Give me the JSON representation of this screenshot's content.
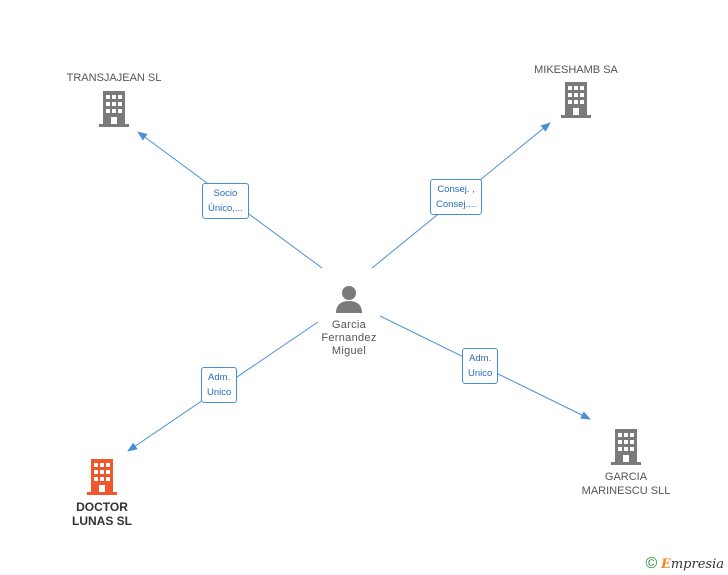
{
  "nodes": {
    "transjajean": {
      "label": "TRANSJAJEAN SL"
    },
    "mikeshamb": {
      "label": "MIKESHAMB SA"
    },
    "person": {
      "label_lines": [
        "Garcia",
        "Fernandez",
        "Miguel"
      ]
    },
    "doctor_lunas": {
      "label_lines": [
        "DOCTOR",
        "LUNAS SL"
      ]
    },
    "garcia_marinescu": {
      "label_lines": [
        "GARCIA",
        "MARINESCU SLL"
      ]
    }
  },
  "edges": {
    "to_transjajean": [
      "Socio",
      "Único,..."
    ],
    "to_mikeshamb": [
      "Consej. ,",
      "Consej...."
    ],
    "to_doctor_lunas": [
      "Adm.",
      "Unico"
    ],
    "to_garcia_marinescu": [
      "Adm.",
      "Unico"
    ]
  },
  "colors": {
    "edge": "#4a8fd6",
    "company_icon": "#7a7a7a",
    "main_company_icon": "#f0582c",
    "person_icon": "#7a7a7a"
  },
  "footer": {
    "copyright": "©",
    "brand_initial": "E",
    "brand_rest": "mpresia"
  }
}
